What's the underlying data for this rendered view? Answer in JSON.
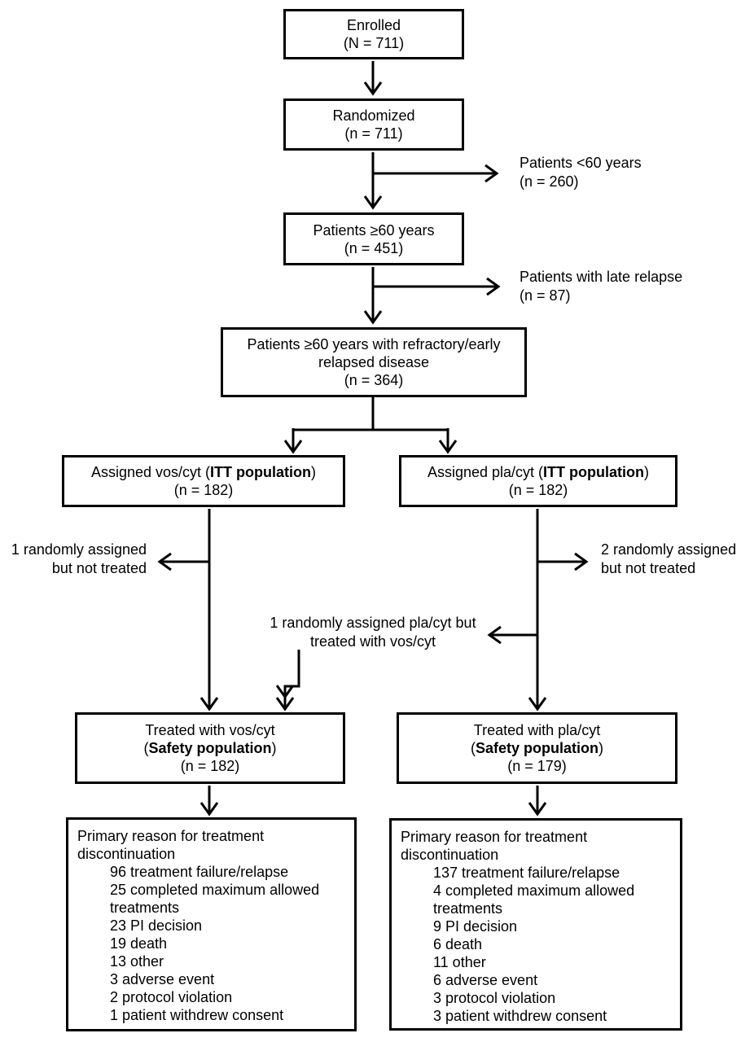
{
  "boxes": {
    "enrolled": {
      "line1": "Enrolled",
      "n": "(N = 711)"
    },
    "randomized": {
      "line1": "Randomized",
      "n": "(n = 711)"
    },
    "age60": {
      "line1": "Patients ≥60 years",
      "n": "(n = 451)"
    },
    "refractory": {
      "line1": "Patients ≥60 years with refractory/early relapsed disease",
      "n": "(n = 364)"
    },
    "assigned_vos": {
      "prefix": "Assigned vos/cyt (",
      "bold": "ITT population",
      "suffix": ")",
      "n": "(n = 182)"
    },
    "assigned_pla": {
      "prefix": "Assigned pla/cyt (",
      "bold": "ITT population",
      "suffix": ")",
      "n": "(n = 182)"
    },
    "treated_vos": {
      "line1": "Treated with vos/cyt",
      "prefix": "(",
      "bold": "Safety population",
      "suffix": ")",
      "n": "(n = 182)"
    },
    "treated_pla": {
      "line1": "Treated with pla/cyt",
      "prefix": "(",
      "bold": "Safety population",
      "suffix": ")",
      "n": "(n = 179)"
    },
    "reasons_vos": {
      "heading": "Primary reason for treatment discontinuation",
      "items": [
        "96 treatment failure/relapse",
        "25 completed maximum allowed treatments",
        "23 PI decision",
        "19 death",
        "13 other",
        "3 adverse event",
        "2 protocol violation",
        "1 patient withdrew consent"
      ]
    },
    "reasons_pla": {
      "heading": "Primary reason for treatment discontinuation",
      "items": [
        "137 treatment failure/relapse",
        "4 completed maximum allowed treatments",
        "9 PI decision",
        "6 death",
        "11 other",
        "6 adverse event",
        "3 protocol violation",
        "3 patient withdrew consent"
      ]
    }
  },
  "annotations": {
    "under60": {
      "line1": "Patients <60 years",
      "line2": "(n = 260)"
    },
    "late_relapse": {
      "line1": "Patients with late relapse",
      "line2": "(n = 87)"
    },
    "not_treated_left": {
      "line1": "1 randomly assigned",
      "line2": "but not treated"
    },
    "not_treated_right": {
      "line1": "2 randomly assigned",
      "line2": "but not treated"
    },
    "crossover": {
      "line1": "1 randomly assigned pla/cyt but",
      "line2": "treated with vos/cyt"
    }
  },
  "colors": {
    "line": "#000000",
    "background": "#ffffff",
    "text": "#000000"
  }
}
